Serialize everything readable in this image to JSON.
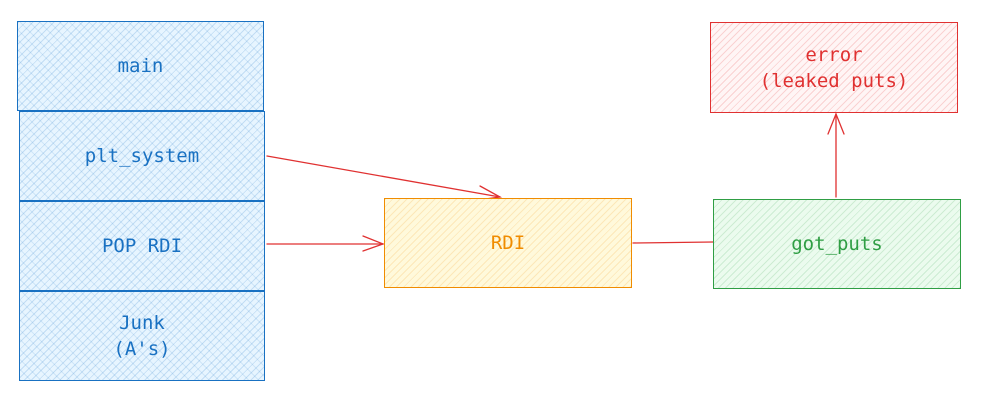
{
  "stack": {
    "main": "main",
    "plt_system": "plt_system",
    "pop_rdi": "POP RDI",
    "junk": "Junk\n(A's)"
  },
  "register": {
    "rdi": "RDI"
  },
  "got": {
    "got_puts": "got_puts"
  },
  "result": {
    "error": "error\n(leaked puts)"
  },
  "colors": {
    "stack": "#1971c2",
    "register": "#f08c00",
    "got": "#2f9e44",
    "error": "#e03131",
    "arrow": "#e03131"
  }
}
